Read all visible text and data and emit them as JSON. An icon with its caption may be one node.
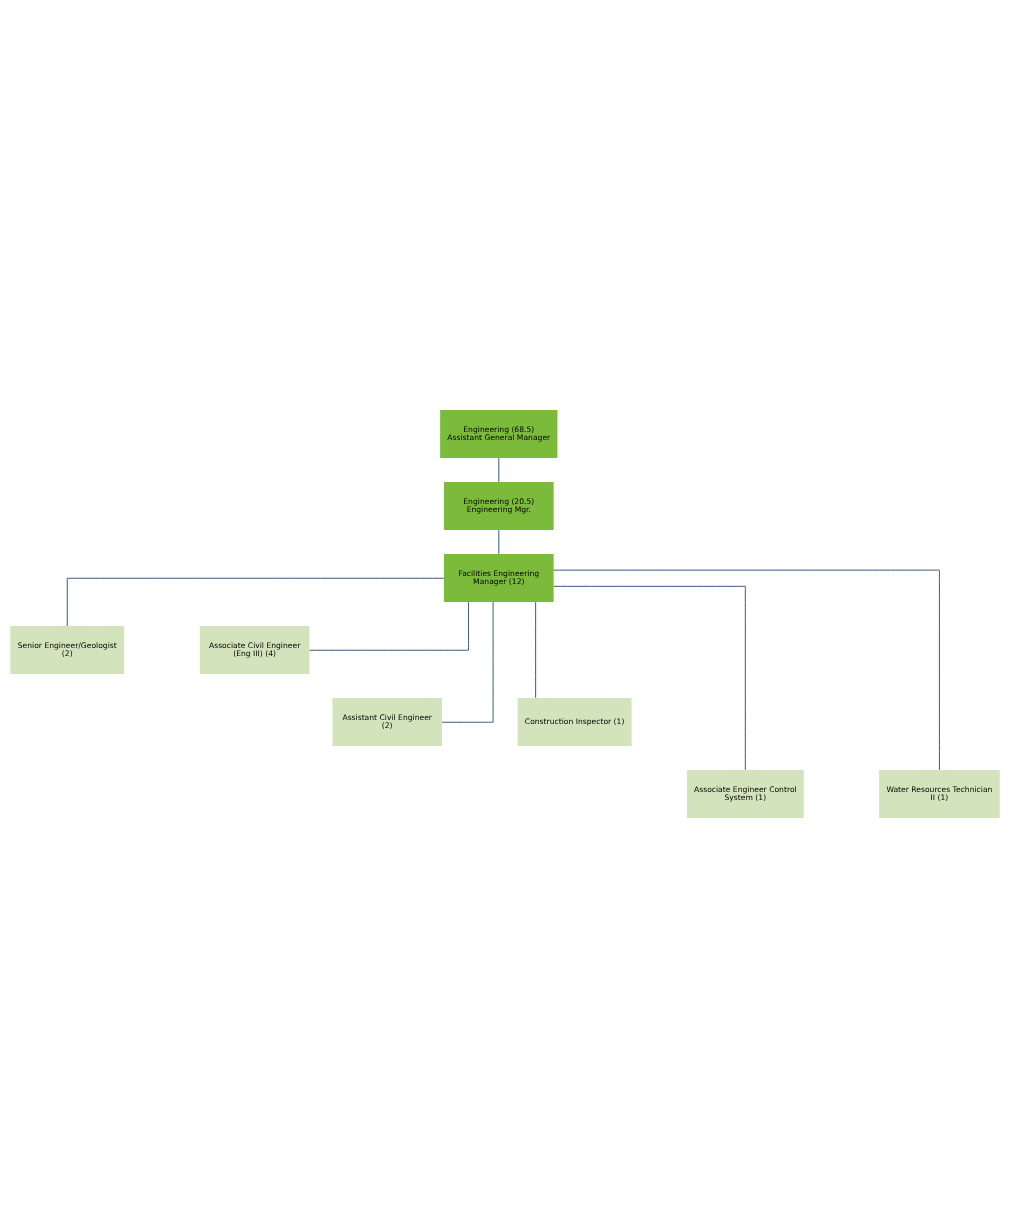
{
  "diagram": {
    "nodes": [
      {
        "text": [
          "Engineering (68.5) Assistant General Manager"
        ]
      },
      {
        "text": [
          "Engineering (20.5) Engineering Mgr."
        ]
      },
      {
        "text": [
          "Facilities Engineering Manager (12)"
        ]
      },
      {
        "text": [
          "Senior Engineer/Geologist (2)"
        ]
      },
      {
        "text": [
          "Associate Civil Engineer (Eng III) (4)"
        ]
      },
      {
        "text": [
          "Assistant Civil Engineer (2)"
        ]
      },
      {
        "text": [
          "Construction Inspector (1)"
        ]
      },
      {
        "text": [
          "Associate Engineer Control System (1)"
        ]
      },
      {
        "text": [
          "Water Resources Technician II (1)"
        ]
      }
    ],
    "edges": [
      {
        "from": 0,
        "to": 1,
        "arrow": "none"
      },
      {
        "from": 1,
        "to": 2,
        "arrow": "none"
      },
      {
        "from": 2,
        "to": 3,
        "arrow": "none"
      },
      {
        "from": 2,
        "to": 4,
        "arrow": "none"
      },
      {
        "from": 2,
        "to": 5,
        "arrow": "none"
      },
      {
        "from": 2,
        "to": 6,
        "arrow": "none"
      },
      {
        "from": 2,
        "to": 7,
        "arrow": "none"
      },
      {
        "from": 2,
        "to": 8,
        "arrow": "none"
      }
    ]
  }
}
